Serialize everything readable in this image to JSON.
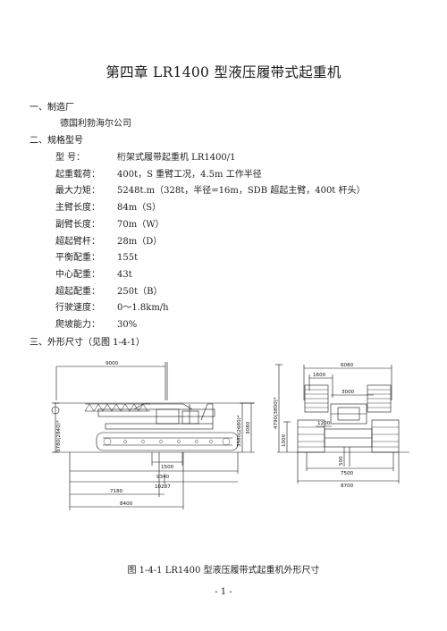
{
  "title": "第四章    LR1400 型液压履带式起重机",
  "sections": {
    "s1": "一、制造厂",
    "s2": "二、规格型号",
    "s3": "三、外形尺寸（见图 1-4-1）"
  },
  "manufacturer": "德国利勃海尔公司",
  "specs": [
    {
      "label": "型      号：",
      "value": "桁架式履带起重机 LR1400/1"
    },
    {
      "label": "起重载荷：",
      "value": "400t，S 重臂工况，4.5m 工作半径"
    },
    {
      "label": "最大力矩：",
      "value": "5248t.m（328t，半径=16m，SDB 超起主臂，400t 杆头）"
    },
    {
      "label": "主臂长度：",
      "value": "84m（S）"
    },
    {
      "label": "副臂长度：",
      "value": "70m（W）"
    },
    {
      "label": "超起臂杆：",
      "value": "28m（D）"
    },
    {
      "label": "平衡配重：",
      "value": "155t"
    },
    {
      "label": "中心配重：",
      "value": "43t"
    },
    {
      "label": "超起配重：",
      "value": "250t（B）"
    },
    {
      "label": "行驶速度：",
      "value": "0～1.8km/h"
    },
    {
      "label": "爬坡能力：",
      "value": "30%"
    }
  ],
  "figure": {
    "side_view": {
      "dim_top": "9000",
      "dim_1500": "1500",
      "dim_9340": "9340",
      "dim_10287": "10287",
      "dim_7180": "7180",
      "dim_8400": "8400",
      "dim_left_vertical": "3780(2840)*",
      "dim_right_vertical_1": "3580(2680)*",
      "dim_right_vertical_2": "3080"
    },
    "front_view": {
      "dim_6080": "6080",
      "dim_1600": "1600",
      "dim_3000": "3000",
      "dim_1200": "1200",
      "dim_left_vertical": "4790(3800)*",
      "dim_1000": "1000",
      "dim_500": "500",
      "dim_7500": "7500",
      "dim_8700": "8700"
    }
  },
  "caption": "图 1-4-1    LR1400 型液压履带式起重机外形尺寸",
  "page_number": "- 1 -"
}
